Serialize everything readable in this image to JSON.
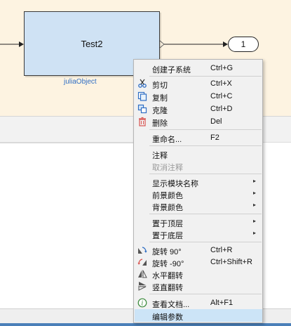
{
  "diagram": {
    "block_title": "Test2",
    "block_label": "juliaObject",
    "outport_number": "1"
  },
  "context_menu": {
    "items": [
      {
        "label": "创建子系统",
        "shortcut": "Ctrl+G"
      },
      {
        "label": "剪切",
        "shortcut": "Ctrl+X",
        "icon": "scissors-icon"
      },
      {
        "label": "复制",
        "shortcut": "Ctrl+C",
        "icon": "copy-icon"
      },
      {
        "label": "克隆",
        "shortcut": "Ctrl+D",
        "icon": "clone-icon"
      },
      {
        "label": "删除",
        "shortcut": "Del",
        "icon": "trash-icon"
      },
      {
        "label": "重命名...",
        "shortcut": "F2"
      },
      {
        "label": "注释"
      },
      {
        "label": "取消注释",
        "disabled": true
      },
      {
        "label": "显示模块名称",
        "submenu": true
      },
      {
        "label": "前景颜色",
        "submenu": true
      },
      {
        "label": "背景颜色",
        "submenu": true
      },
      {
        "label": "置于顶层",
        "submenu": true
      },
      {
        "label": "置于底层",
        "submenu": true
      },
      {
        "label": "旋转 90°",
        "shortcut": "Ctrl+R",
        "icon": "rotate-cw-icon"
      },
      {
        "label": "旋转 -90°",
        "shortcut": "Ctrl+Shift+R",
        "icon": "rotate-ccw-icon"
      },
      {
        "label": "水平翻转",
        "icon": "flip-horizontal-icon"
      },
      {
        "label": "竖直翻转",
        "icon": "flip-vertical-icon"
      },
      {
        "label": "查看文档...",
        "shortcut": "Alt+F1",
        "icon": "info-icon"
      },
      {
        "label": "编辑参数",
        "highlighted": true
      }
    ],
    "submenu_arrow": "▸"
  },
  "colors": {
    "canvas": "#fdf3e1",
    "block_fill": "#cfe2f4",
    "block_label": "#2f6ec4",
    "menu_bg": "#f1f1f1",
    "menu_highlight": "#cce4f7"
  }
}
